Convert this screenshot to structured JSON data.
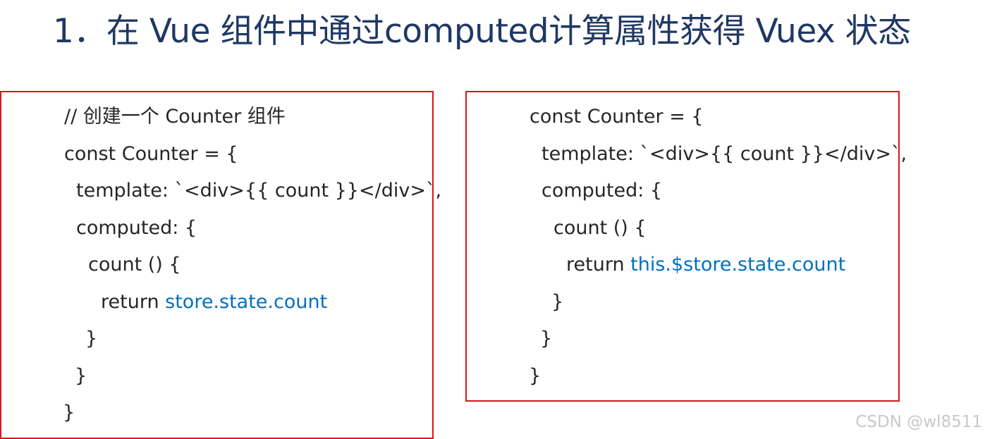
{
  "title": "1．在 Vue 组件中通过computed计算属性获得 Vuex 状态",
  "left_code": {
    "lines": [
      "// 创建一个 Counter 组件",
      "const Counter = {",
      "template: `<div>{{ count }}</div>`,",
      "computed: {",
      "count () {",
      "return ",
      "}",
      "}",
      "}"
    ],
    "highlight": "store.state.count"
  },
  "right_code": {
    "lines": [
      "const Counter = {",
      "template: `<div>{{ count }}</div>`,",
      "computed: {",
      "count () {",
      "return ",
      "}",
      "}",
      "}"
    ],
    "highlight": "this.$store.state.count"
  },
  "watermark": "CSDN @wl8511",
  "colors": {
    "title": "#1f3864",
    "box_border": "#d9141d",
    "code_text": "#262626",
    "highlight": "#0070c0",
    "watermark": "#c8c8c8"
  }
}
